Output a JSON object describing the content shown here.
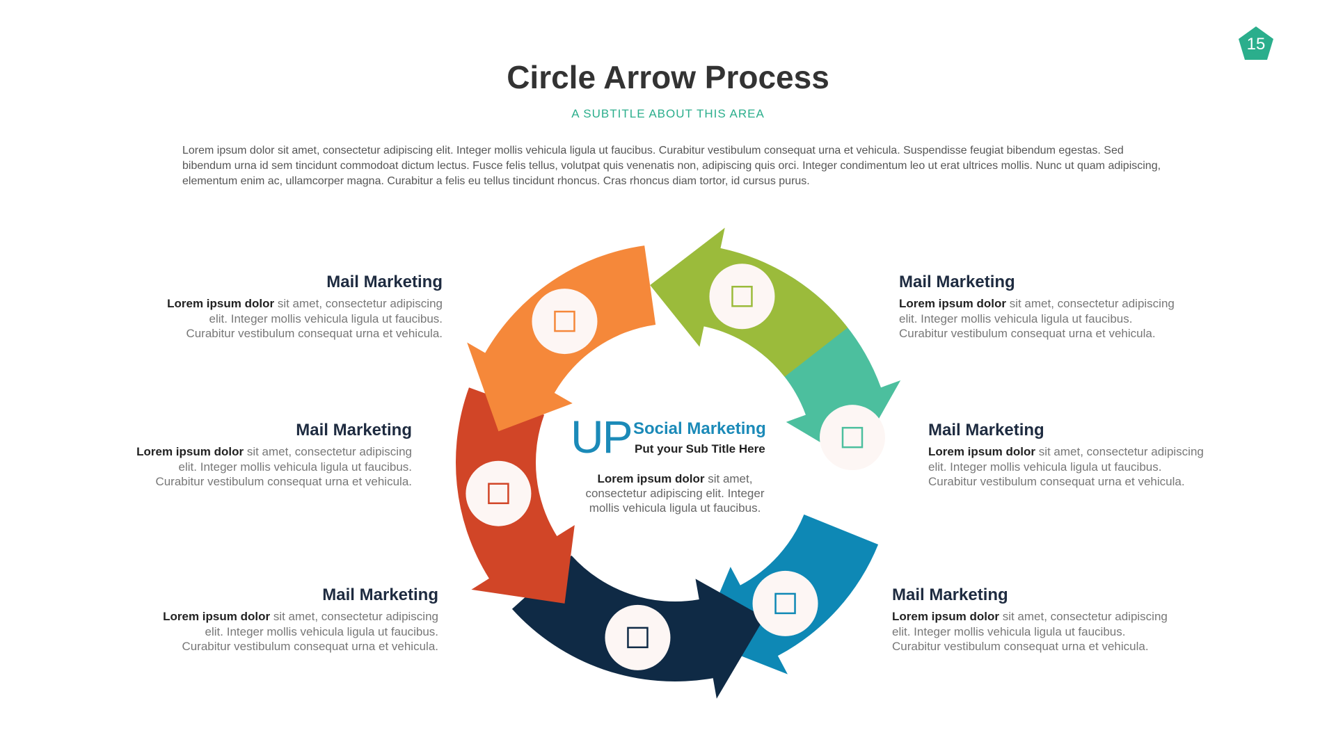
{
  "page_number": "15",
  "colors": {
    "accent": "#2bae8c",
    "orange": "#f5883a",
    "green": "#9bbb3b",
    "teal": "#4cbf9e",
    "blue": "#0e88b5",
    "navy": "#0f2a45",
    "red": "#d14527"
  },
  "title": "Circle Arrow Process",
  "subtitle": "A SUBTITLE ABOUT THIS AREA",
  "intro": "Lorem ipsum dolor sit amet, consectetur adipiscing elit. Integer mollis vehicula ligula ut faucibus. Curabitur vestibulum consequat urna et vehicula. Suspendisse feugiat bibendum egestas. Sed bibendum urna id sem tincidunt commodoat dictum lectus. Fusce felis tellus, volutpat quis venenatis non, adipiscing quis orci. Integer condimentum leo ut erat ultrices mollis. Nunc ut quam adipiscing, elementum enim ac, ullamcorper magna. Curabitur a felis eu tellus tincidunt rhoncus. Cras rhoncus diam tortor, id cursus purus.",
  "center": {
    "big": "UP",
    "title": "Social Marketing",
    "subtitle": "Put your Sub Title Here",
    "text_bold": "Lorem ipsum dolor",
    "text_rest": " sit amet, consectetur adipiscing elit. Integer mollis vehicula ligula ut faucibus."
  },
  "items": [
    {
      "title": "Mail Marketing",
      "bold": "Lorem ipsum dolor",
      "line1": " sit amet, consectetur adipiscing",
      "line2": "elit. Integer mollis vehicula ligula ut faucibus.",
      "line3": "Curabitur vestibulum consequat urna et vehicula."
    },
    {
      "title": "Mail Marketing",
      "bold": "Lorem ipsum dolor",
      "line1": " sit amet, consectetur adipiscing",
      "line2": "elit. Integer mollis vehicula ligula ut faucibus.",
      "line3": "Curabitur vestibulum consequat urna et vehicula."
    },
    {
      "title": "Mail Marketing",
      "bold": "Lorem ipsum dolor",
      "line1": " sit amet, consectetur adipiscing",
      "line2": "elit. Integer mollis vehicula ligula ut faucibus.",
      "line3": "Curabitur vestibulum consequat urna et vehicula."
    },
    {
      "title": "Mail Marketing",
      "bold": "Lorem ipsum dolor",
      "line1": " sit amet, consectetur adipiscing",
      "line2": "elit. Integer mollis vehicula ligula ut faucibus.",
      "line3": "Curabitur vestibulum consequat urna et vehicula."
    },
    {
      "title": "Mail Marketing",
      "bold": "Lorem ipsum dolor",
      "line1": " sit amet, consectetur adipiscing",
      "line2": "elit. Integer mollis vehicula ligula ut faucibus.",
      "line3": "Curabitur vestibulum consequat urna et vehicula."
    },
    {
      "title": "Mail Marketing",
      "bold": "Lorem ipsum dolor",
      "line1": " sit amet, consectetur adipiscing",
      "line2": "elit. Integer mollis vehicula ligula ut faucibus.",
      "line3": "Curabitur vestibulum consequat urna et vehicula."
    }
  ]
}
